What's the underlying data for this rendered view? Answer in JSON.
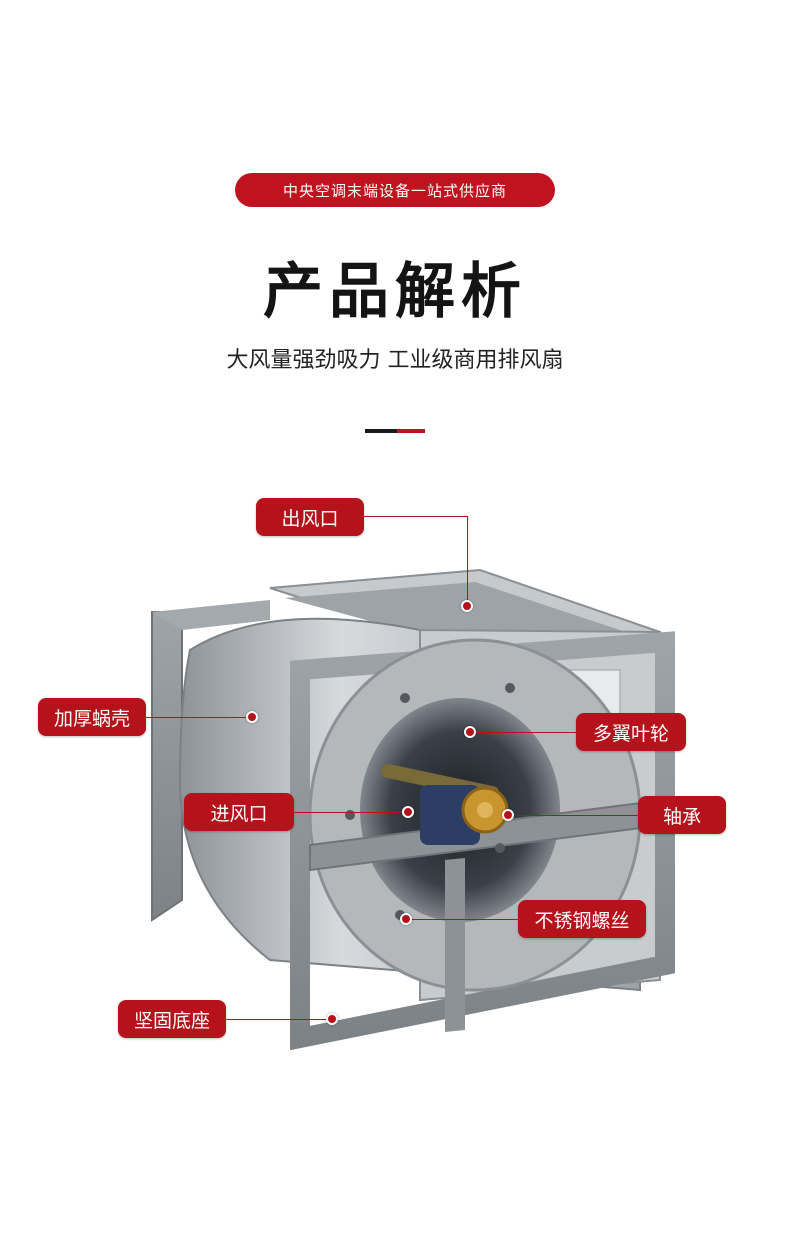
{
  "header": {
    "badge": "中央空调末端设备一站式供应商",
    "title": "产品解析",
    "subtitle": "大风量强劲吸力 工业级商用排风扇"
  },
  "callouts": {
    "outlet": "出风口",
    "housing": "加厚蜗壳",
    "impeller": "多翼叶轮",
    "inlet": "进风口",
    "bearing": "轴承",
    "screws": "不锈钢螺丝",
    "base": "坚固底座"
  },
  "colors": {
    "accent": "#c1121f",
    "text": "#141414"
  }
}
